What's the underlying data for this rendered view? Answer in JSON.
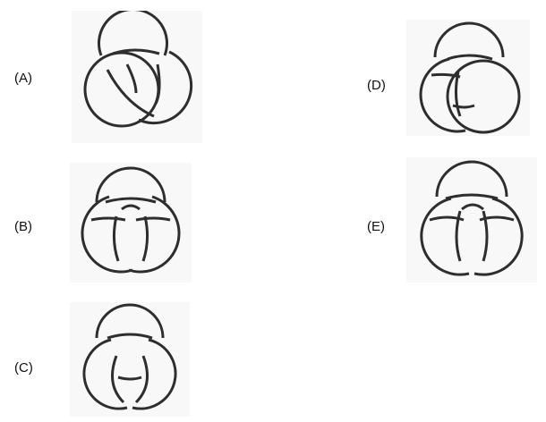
{
  "options": {
    "a": {
      "label": "(A)",
      "figure": "knot-diagram-a"
    },
    "b": {
      "label": "(B)",
      "figure": "knot-diagram-b"
    },
    "c": {
      "label": "(C)",
      "figure": "knot-diagram-c"
    },
    "d": {
      "label": "(D)",
      "figure": "knot-diagram-d"
    },
    "e": {
      "label": "(E)",
      "figure": "knot-diagram-e"
    }
  },
  "colors": {
    "line": "#2e2e2e",
    "tile_background": "#f8f8f8",
    "label": "#111111"
  }
}
